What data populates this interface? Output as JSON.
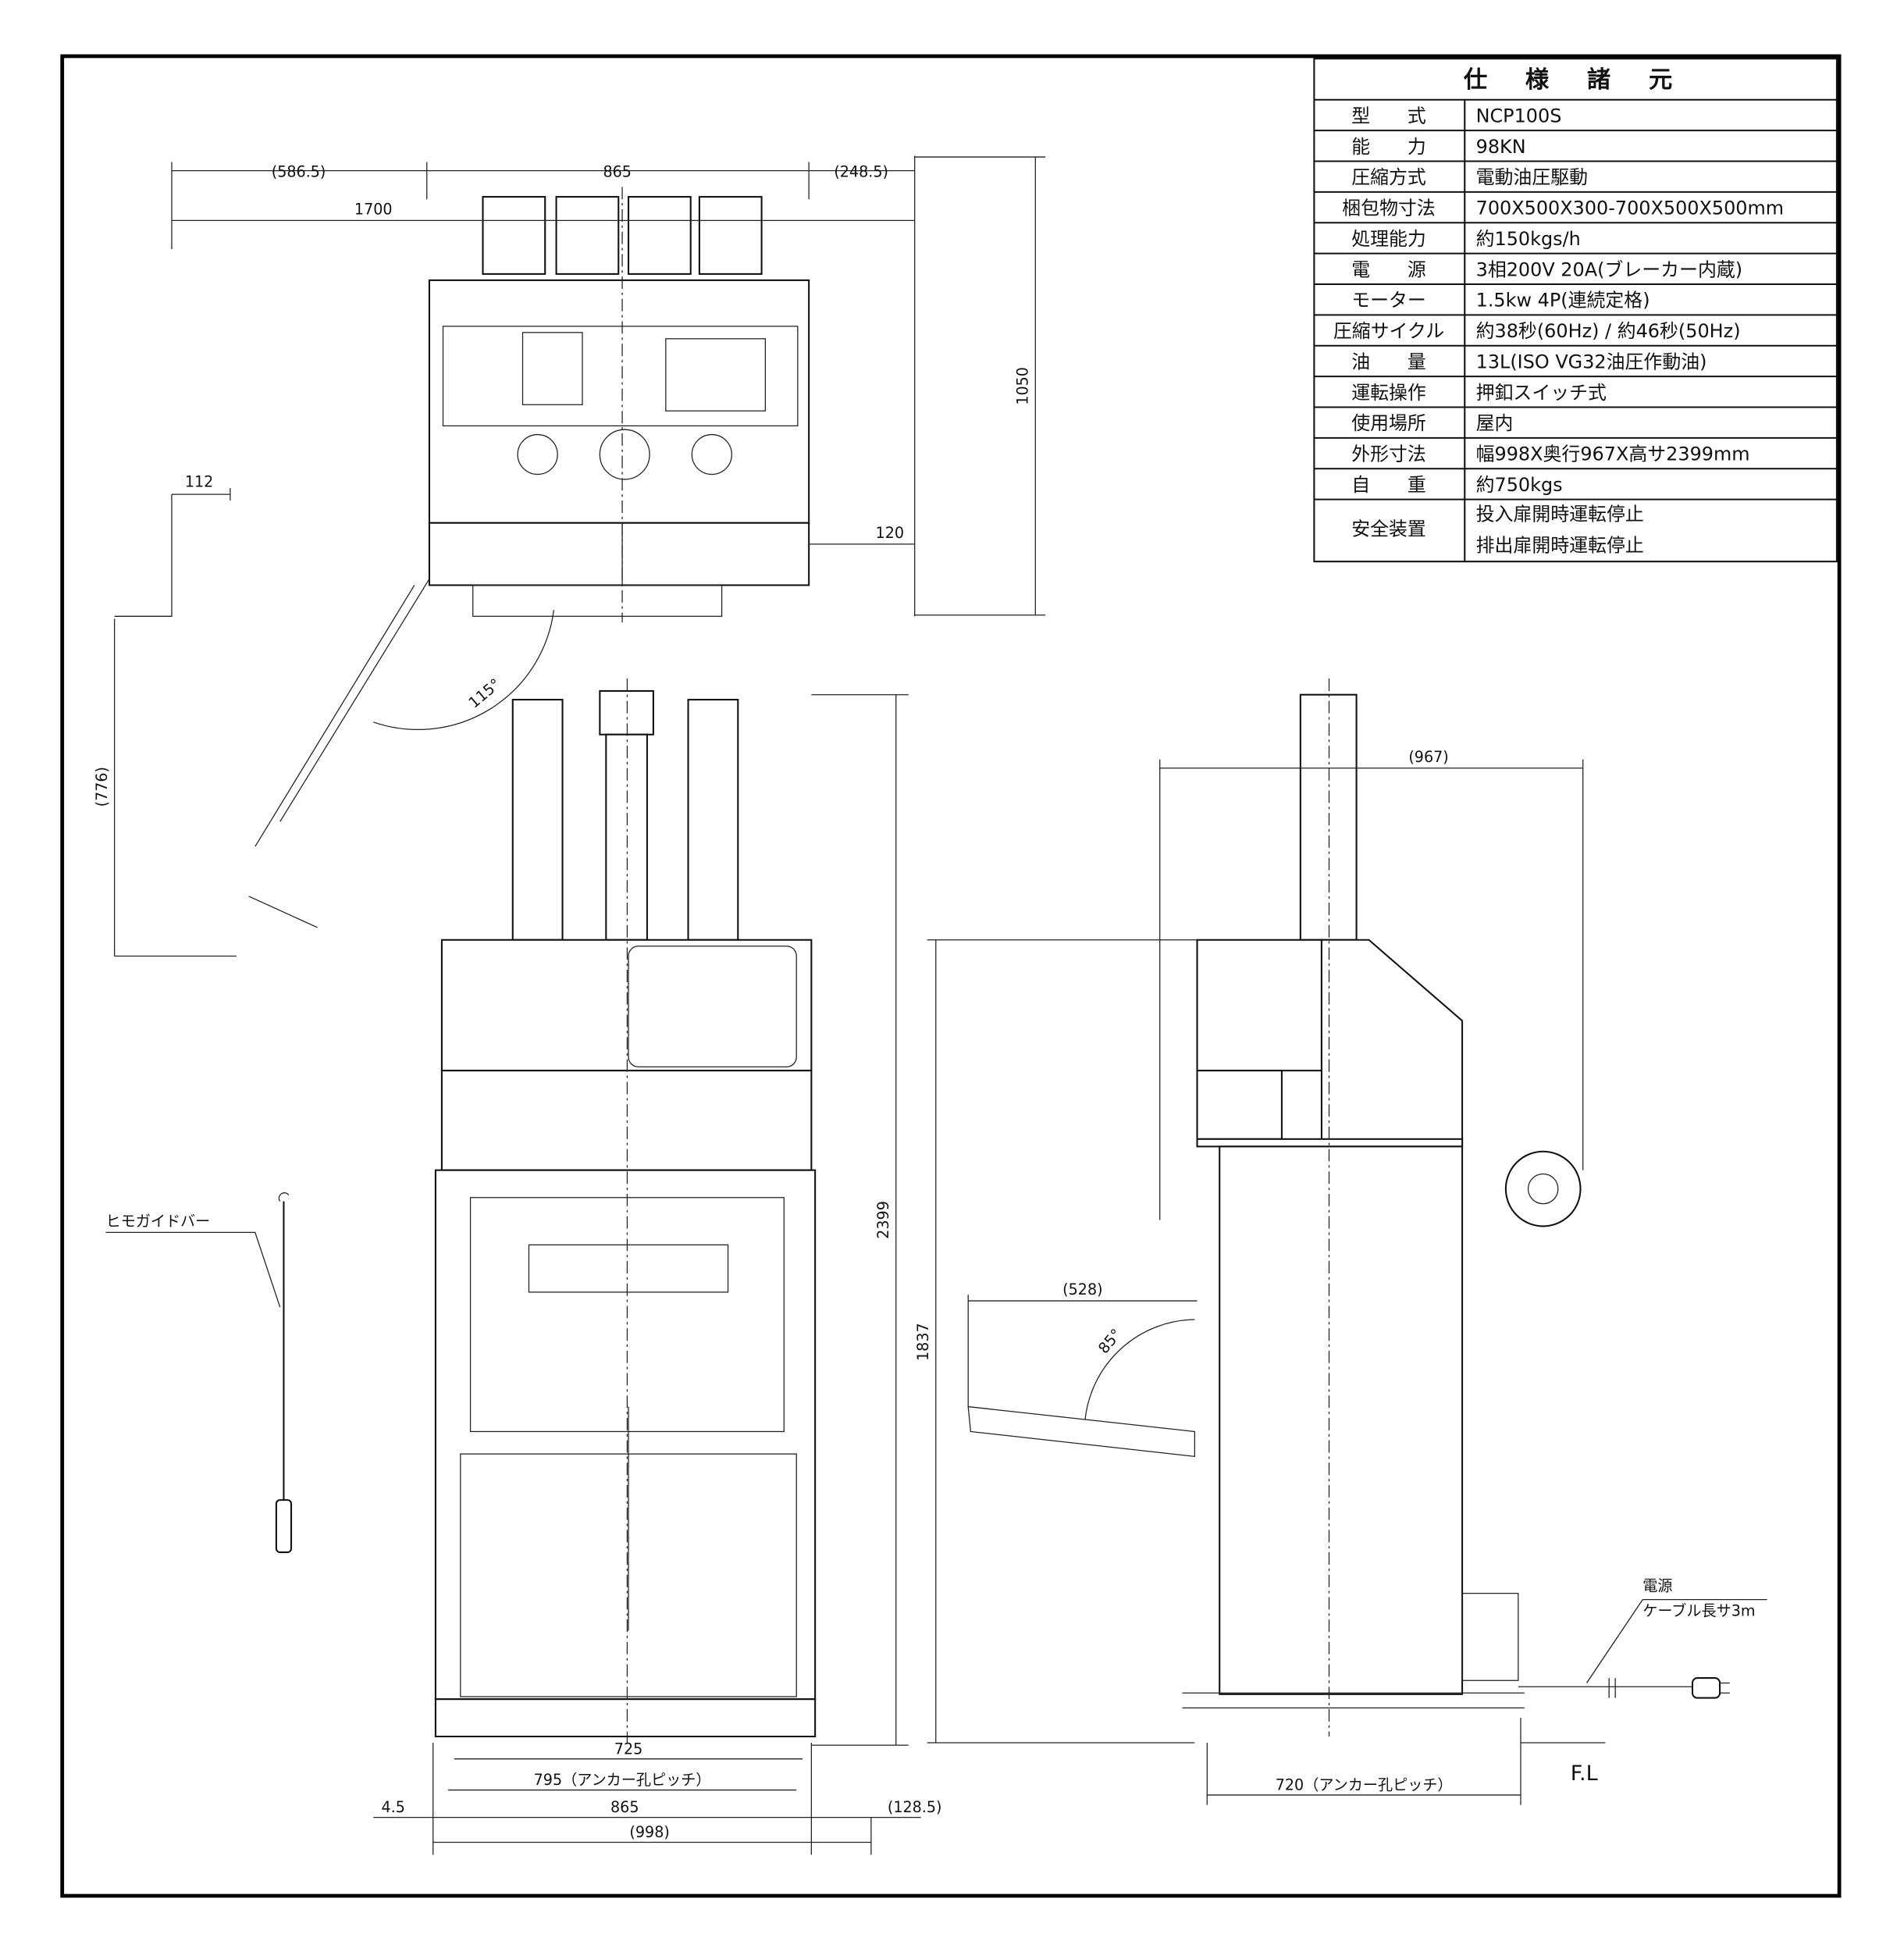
{
  "spec_table": {
    "title": "仕 様 諸 元",
    "rows": [
      {
        "label": "型　　式",
        "value": "NCP100S"
      },
      {
        "label": "能　　力",
        "value": "98KN"
      },
      {
        "label": "圧縮方式",
        "value": "電動油圧駆動"
      },
      {
        "label": "梱包物寸法",
        "value": "700X500X300-700X500X500mm"
      },
      {
        "label": "処理能力",
        "value": "約150kgs/h"
      },
      {
        "label": "電　　源",
        "value": "3相200V 20A(ブレーカー内蔵)"
      },
      {
        "label": "モーター",
        "value": "1.5kw 4P(連続定格)"
      },
      {
        "label": "圧縮サイクル",
        "value": "約38秒(60Hz) / 約46秒(50Hz)"
      },
      {
        "label": "油　　量",
        "value": "13L(ISO VG32油圧作動油)"
      },
      {
        "label": "運転操作",
        "value": "押釦スイッチ式"
      },
      {
        "label": "使用場所",
        "value": "屋内"
      },
      {
        "label": "外形寸法",
        "value": "幅998X奥行967X高サ2399mm"
      },
      {
        "label": "自　　重",
        "value": "約750kgs"
      }
    ],
    "safety": {
      "label": "安全装置",
      "value1": "投入扉開時運転停止",
      "value2": "排出扉開時運転停止"
    }
  },
  "top_view": {
    "dim_left": "(586.5)",
    "dim_mid": "865",
    "dim_right": "(248.5)",
    "dim_total": "1700",
    "dim_depth": "1050",
    "dim_112": "112",
    "dim_120": "120",
    "dim_776": "(776)",
    "angle": "115°"
  },
  "front_view": {
    "dim_height": "2399",
    "dim_725": "725",
    "dim_795": "795（アンカー孔ピッチ）",
    "dim_865": "865",
    "dim_4_5": "4.5",
    "dim_128_5": "(128.5)",
    "dim_998": "(998)"
  },
  "guide_bar": {
    "label": "ヒモガイドバー"
  },
  "side_view": {
    "dim_967": "(967)",
    "dim_1837": "1837",
    "dim_528": "(528)",
    "angle": "85°",
    "dim_720": "720（アンカー孔ピッチ）",
    "floor_label": "F.L",
    "power_label": "電源",
    "cable_label": "ケーブル長サ3m"
  }
}
